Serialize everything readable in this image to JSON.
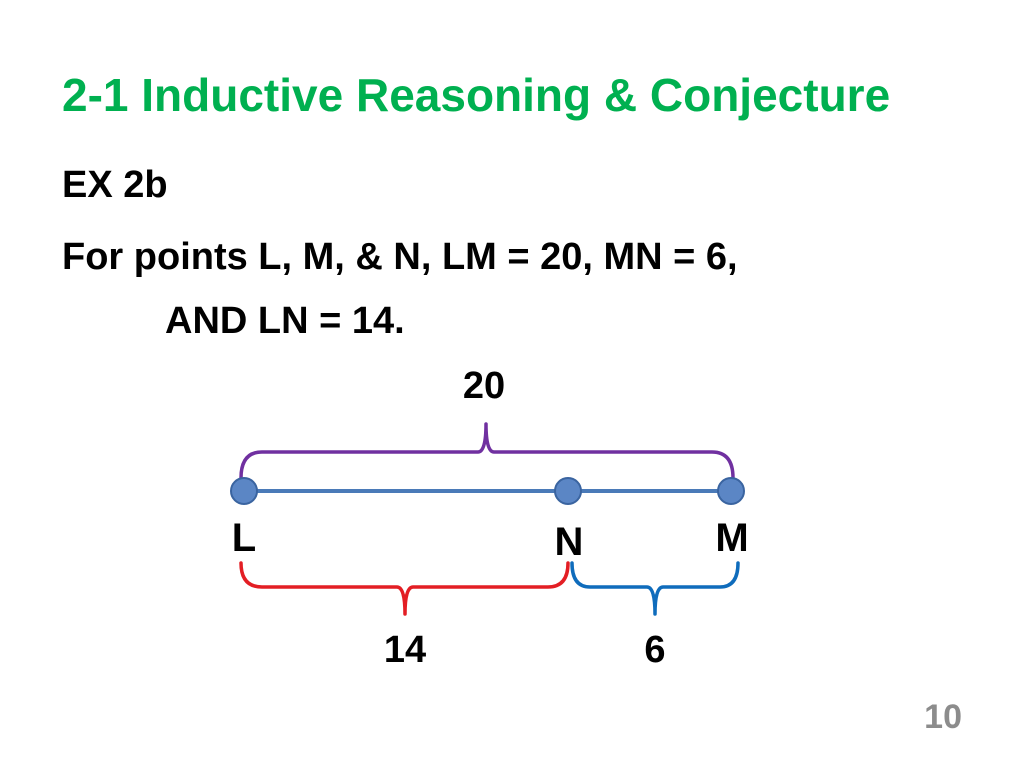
{
  "slide": {
    "title": "2-1  Inductive Reasoning & Conjecture",
    "example_label": "EX 2b",
    "statement_line1": "For points L, M, & N, LM = 20, MN = 6,",
    "statement_line2": "AND LN = 14.",
    "page_number": "10"
  },
  "diagram": {
    "points": [
      {
        "label": "L"
      },
      {
        "label": "N"
      },
      {
        "label": "M"
      }
    ],
    "measures": {
      "LM": "20",
      "LN": "14",
      "NM": "6"
    }
  },
  "colors": {
    "title": "#00b050",
    "segment": "#4a7ab8",
    "point_fill": "#5b86c5",
    "point_stroke": "#3a64a0",
    "brace_LM": "#7030a0",
    "brace_LN": "#e31e24",
    "brace_NM": "#0f6cbc"
  }
}
